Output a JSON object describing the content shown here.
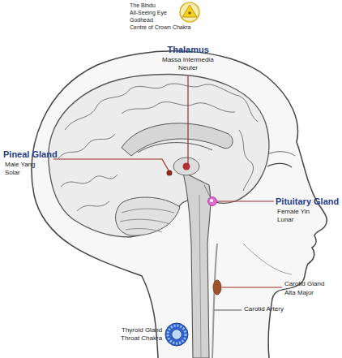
{
  "diagram": {
    "labels": [
      "The Bindu",
      "All-Seeing Eye",
      "Godhead",
      "Centre of Crown Chakra",
      "Thalamus",
      "Massa Intermedia",
      "Neuter",
      "Pineal Gland",
      "Male Yang",
      "Solar",
      "Pituitary Gland",
      "Female Yin",
      "Lunar",
      "Carotid Gland",
      "Alta Major",
      "Carotid Artery",
      "Thyroid Gland",
      "Throat Chakra"
    ]
  }
}
